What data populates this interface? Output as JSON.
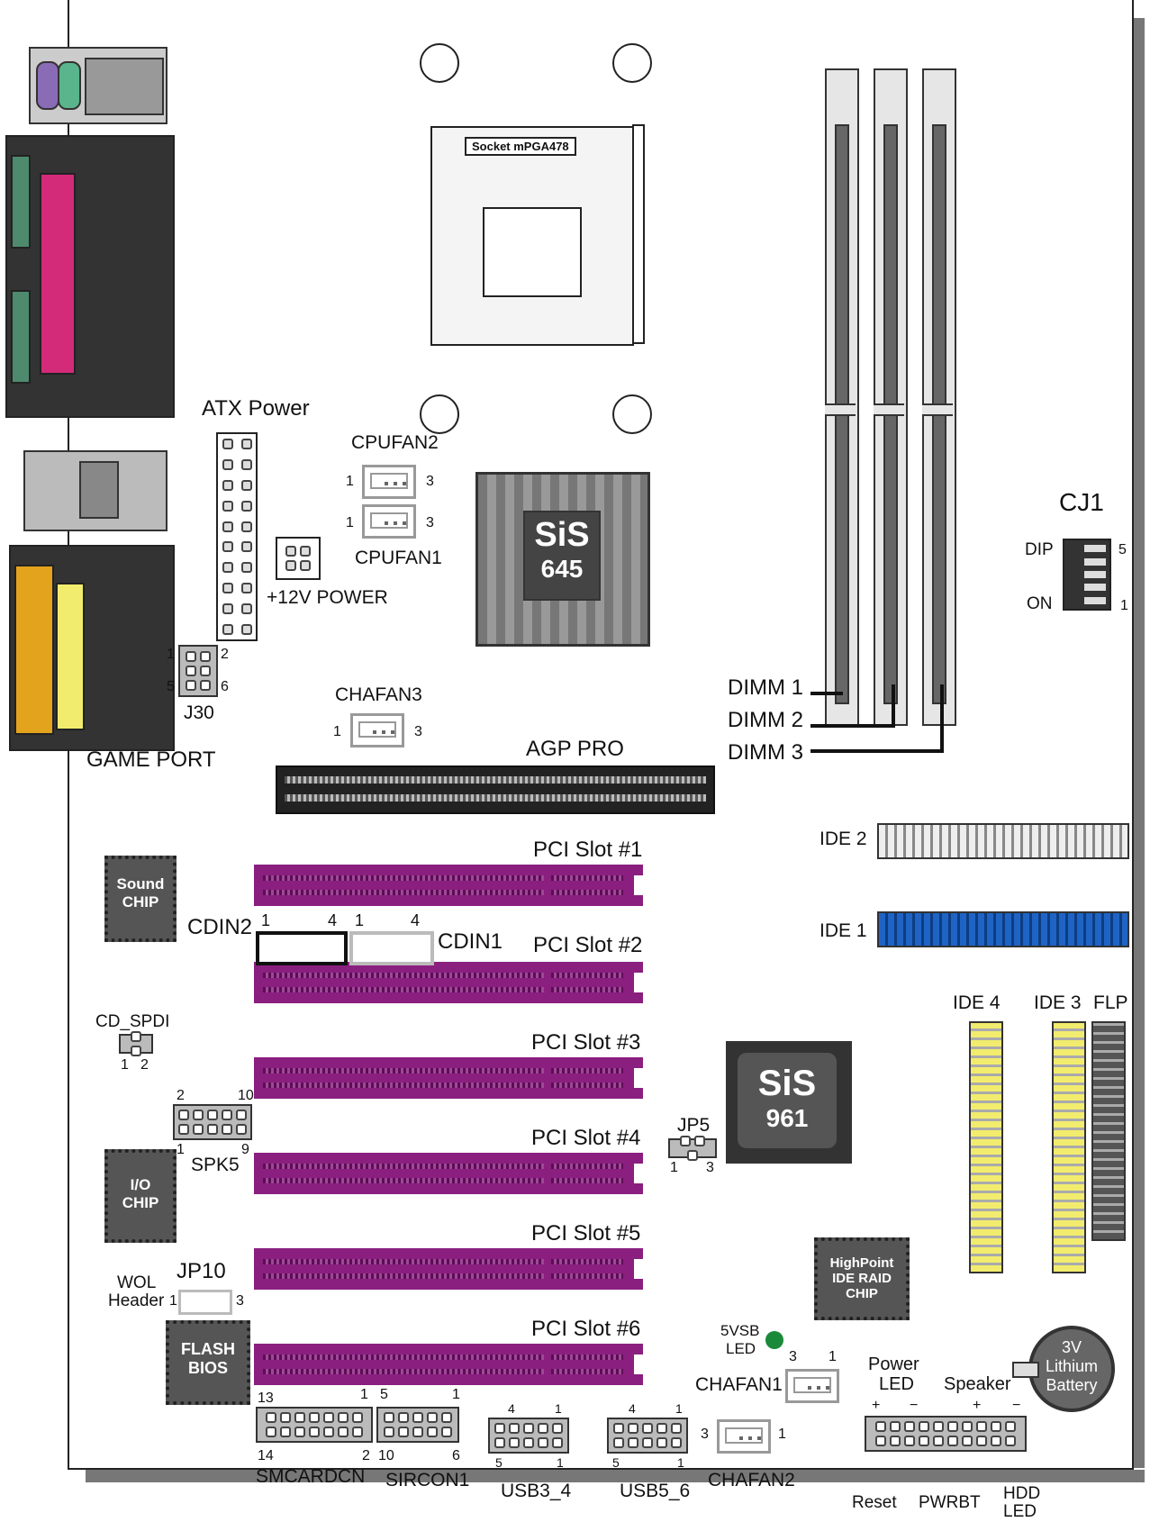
{
  "socket": {
    "label": "Socket mPGA478"
  },
  "power": {
    "atx": "ATX Power",
    "p12v": "+12V POWER"
  },
  "fans": {
    "cpufan2": "CPUFAN2",
    "cpufan1": "CPUFAN1",
    "chafan3": "CHAFAN3",
    "chafan1": "CHAFAN1",
    "chafan2": "CHAFAN2",
    "pin1": "1",
    "pin3": "3"
  },
  "northbridge": {
    "brand": "SiS",
    "model": "645"
  },
  "southbridge": {
    "brand": "SiS",
    "model": "961"
  },
  "dimm": {
    "d1": "DIMM 1",
    "d2": "DIMM 2",
    "d3": "DIMM 3"
  },
  "cj1": {
    "title": "CJ1",
    "dip": "DIP",
    "on": "ON",
    "p5": "5",
    "p1": "1"
  },
  "j30": {
    "label": "J30",
    "p1": "1",
    "p2": "2",
    "p5": "5",
    "p6": "6"
  },
  "gameport": "GAME PORT",
  "agp": "AGP PRO",
  "pci": [
    "PCI Slot #1",
    "PCI Slot #2",
    "PCI Slot #3",
    "PCI Slot #4",
    "PCI Slot #5",
    "PCI Slot #6"
  ],
  "ide": {
    "ide2": "IDE 2",
    "ide1": "IDE 1",
    "ide4": "IDE 4",
    "ide3": "IDE 3",
    "flp": "FLP"
  },
  "sound": {
    "l1": "Sound",
    "l2": "CHIP"
  },
  "cdin": {
    "cdin2": "CDIN2",
    "cdin1": "CDIN1",
    "p1": "1",
    "p4": "4"
  },
  "cdspdi": {
    "label": "CD_SPDI",
    "p1": "1",
    "p2": "2"
  },
  "spk5": {
    "label": "SPK5",
    "p2": "2",
    "p10": "10",
    "p1": "1",
    "p9": "9"
  },
  "io": {
    "l1": "I/O",
    "l2": "CHIP"
  },
  "jp5": {
    "label": "JP5",
    "p1": "1",
    "p3": "3"
  },
  "raid": {
    "l1": "HighPoint",
    "l2": "IDE RAID",
    "l3": "CHIP"
  },
  "wol": {
    "l1": "WOL",
    "l2": "Header",
    "p1": "1",
    "p3": "3"
  },
  "jp10": "JP10",
  "flash": {
    "l1": "FLASH",
    "l2": "BIOS"
  },
  "vsb": {
    "l1": "5VSB",
    "l2": "LED",
    "color": "#1a8a3a"
  },
  "battery": {
    "l1": "3V",
    "l2": "Lithium",
    "l3": "Battery"
  },
  "smcard": {
    "label": "SMCARDCN",
    "p13": "13",
    "p1": "1",
    "p14": "14",
    "p2": "2"
  },
  "sircon": {
    "label": "SIRCON1",
    "p5": "5",
    "p1": "1",
    "p10": "10",
    "p6": "6"
  },
  "usb34": {
    "label": "USB3_4",
    "p4": "4",
    "p1": "1",
    "p5": "5",
    "p1b": "1"
  },
  "usb56": {
    "label": "USB5_6",
    "p4": "4",
    "p1": "1",
    "p5": "5",
    "p1b": "1"
  },
  "front": {
    "power": "Power",
    "led": "LED",
    "speaker": "Speaker",
    "reset": "Reset",
    "pwrbt": "PWRBT",
    "hdd": "HDD",
    "hddled": "LED",
    "plus": "+",
    "minus": "−"
  },
  "colors": {
    "pci": "#8a1f7f",
    "ide1": "#1f64c4",
    "yellow": "#f2ec6e",
    "pink": "#d42a7a"
  }
}
